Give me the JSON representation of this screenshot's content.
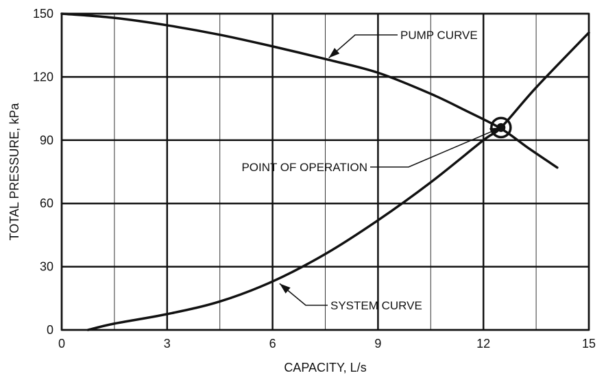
{
  "chart_data": {
    "type": "line",
    "title": "",
    "xlabel": "CAPACITY, L/s",
    "ylabel": "TOTAL PRESSURE, kPa",
    "xlim": [
      0,
      15
    ],
    "ylim": [
      0,
      150
    ],
    "x_ticks": [
      0,
      3,
      6,
      9,
      12,
      15
    ],
    "y_ticks": [
      0,
      30,
      60,
      90,
      120,
      150
    ],
    "x_minor_grid": [
      1.5,
      4.5,
      7.5,
      10.5,
      13.5
    ],
    "grid": true,
    "series": [
      {
        "name": "PUMP CURVE",
        "x": [
          0,
          1.5,
          3,
          4.5,
          6,
          7.5,
          9,
          10.5,
          11.5,
          12.5,
          13.3,
          14.1
        ],
        "y": [
          150,
          148,
          144.5,
          140,
          134.5,
          128.5,
          122,
          112,
          104,
          95.5,
          86,
          77
        ]
      },
      {
        "name": "SYSTEM CURVE",
        "x": [
          0.75,
          1.5,
          3,
          4.5,
          6,
          7.5,
          9,
          10.5,
          12,
          12.5,
          13.5,
          15
        ],
        "y": [
          0,
          3,
          7.5,
          13.5,
          23,
          36,
          52,
          70,
          90,
          96,
          115,
          141
        ]
      }
    ],
    "annotations": [
      {
        "text": "PUMP CURVE",
        "points_to": [
          7.6,
          129
        ]
      },
      {
        "text": "POINT OF OPERATION",
        "points_to": [
          12.5,
          96
        ]
      },
      {
        "text": "SYSTEM CURVE",
        "points_to": [
          6.2,
          22
        ]
      }
    ],
    "operating_point": {
      "x": 12.5,
      "y": 96
    }
  }
}
